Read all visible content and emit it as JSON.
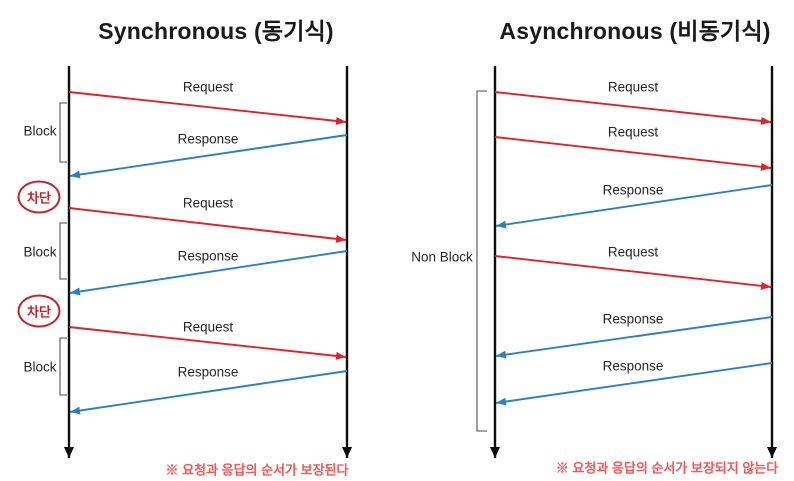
{
  "left_panel": {
    "title": "Synchronous (동기식)",
    "messages": [
      "Request",
      "Response",
      "Request",
      "Response",
      "Request",
      "Response"
    ],
    "block_labels": [
      "Block",
      "Block",
      "Block"
    ],
    "badges": [
      "차단",
      "차단"
    ],
    "note": "※ 요청과 응답의 순서가 보장된다"
  },
  "right_panel": {
    "title": "Asynchronous (비동기식)",
    "messages": [
      "Request",
      "Request",
      "Response",
      "Request",
      "Response",
      "Response"
    ],
    "non_block_label": "Non Block",
    "note": "※ 요청과 응답의 순서가 보장되지 않는다"
  },
  "colors": {
    "request_arrow": "#e22128",
    "response_arrow": "#2b80c4",
    "lifeline": "#0c0c0c",
    "bracket": "#6e6e6e",
    "badge": "#c4232b",
    "note": "#f85555",
    "title_text": "#1a1a1a",
    "label_text": "#262626"
  }
}
